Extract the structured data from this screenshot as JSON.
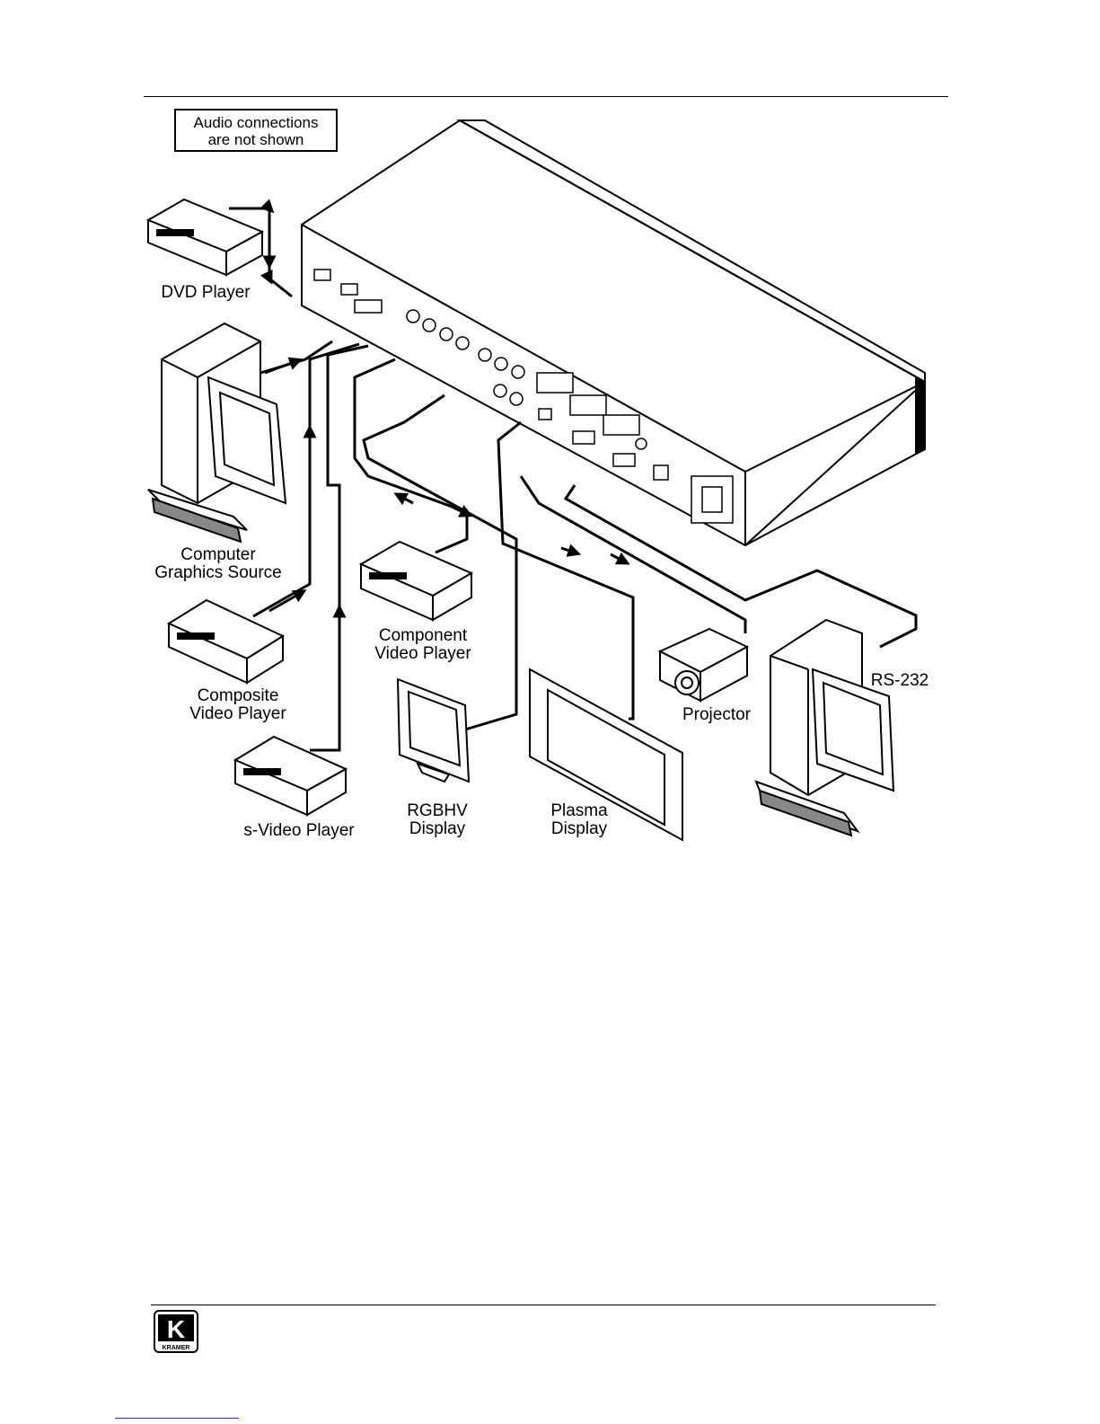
{
  "notice": {
    "line1": "Audio connections",
    "line2": "are not shown"
  },
  "devices": {
    "dvd_player": "DVD  Player",
    "computer_line1": "Computer",
    "computer_line2": "Graphics Source",
    "composite_line1": "Composite",
    "composite_line2": "Video Player",
    "svideo_player": "s-Video  Player",
    "component_line1": "Component",
    "component_line2": "Video  Player",
    "rgbhv_line1": "RGBHV",
    "rgbhv_line2": "Display",
    "plasma_line1": "Plasma",
    "plasma_line2": "Display",
    "projector": "Projector",
    "rs232": "RS-232"
  },
  "logo": {
    "letter": "K",
    "brand": "KRAMER"
  }
}
